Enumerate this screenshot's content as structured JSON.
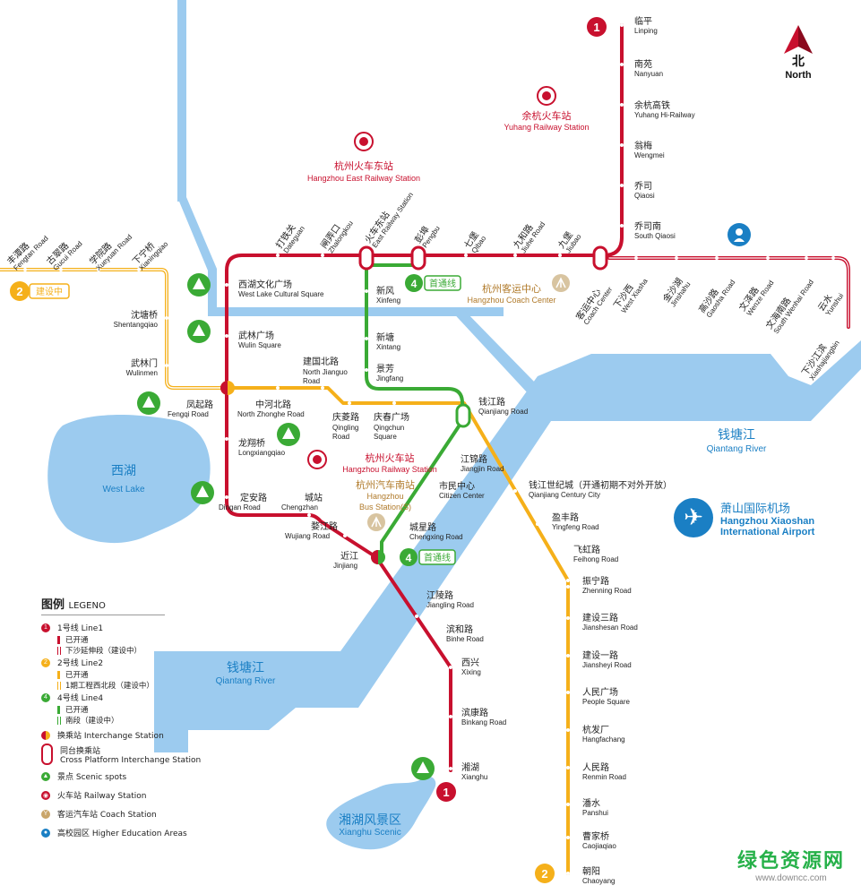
{
  "compass": {
    "cn": "北",
    "en": "North"
  },
  "water": {
    "west_lake_cn": "西湖",
    "west_lake_en": "West Lake",
    "qiantang_right_cn": "钱塘江",
    "qiantang_right_en": "Qiantang River",
    "qiantang_left_cn": "钱塘江",
    "qiantang_left_en": "Qiantang River",
    "xianghu_cn": "湘湖风景区",
    "xianghu_en": "Xianghu Scenic"
  },
  "landmarks": {
    "hz_east_cn": "杭州火车东站",
    "hz_east_en": "Hangzhou East Railway Station",
    "yuhang_cn": "余杭火车站",
    "yuhang_en": "Yuhang Railway Station",
    "hz_rail_cn": "杭州火车站",
    "hz_rail_en": "Hangzhou Railway Station",
    "coach_cn": "杭州客运中心",
    "coach_en": "Hangzhou Coach Center",
    "bus_cn": "杭州汽车南站",
    "bus_en1": "Hangzhou",
    "bus_en2": "Bus Station(S)"
  },
  "airport": {
    "cn": "萧山国际机场",
    "en1": "Hangzhou Xiaoshan",
    "en2": "International Airport"
  },
  "lines": {
    "line1_color": "#c8102e",
    "line2_color": "#f5b01a",
    "line4_color": "#3aaa35"
  },
  "badges": {
    "line1": "1",
    "line2": "2",
    "line4": "4",
    "line2_building": "建设中",
    "line4_first": "首通线"
  },
  "stations": {
    "linping": [
      "临平",
      "Linping"
    ],
    "nanyuan": [
      "南苑",
      "Nanyuan"
    ],
    "yuhang": [
      "余杭高铁",
      "Yuhang Hi-Railway"
    ],
    "wengmei": [
      "翁梅",
      "Wengmei"
    ],
    "qiaosi": [
      "乔司",
      "Qiaosi"
    ],
    "qiaosinan": [
      "乔司南",
      "South Qiaosi"
    ],
    "dateguan": [
      "打铁关",
      "Dateguan"
    ],
    "zhalongkou": [
      "闸弄口",
      "Zhalongkou"
    ],
    "east_rail": [
      "火车东站",
      "East Railway Station"
    ],
    "pengbu": [
      "彭埠",
      "Pengbu"
    ],
    "qibao": [
      "七堡",
      "Qibao"
    ],
    "jiuhe": [
      "九和路",
      "Jiuhe Road"
    ],
    "jiubao": [
      "九堡",
      "Jiubao"
    ],
    "coach_center": [
      "客运中心",
      "Coach Center"
    ],
    "xiasha_w": [
      "下沙西",
      "West Xiasha"
    ],
    "jinshahu": [
      "金沙湖",
      "Jinshahu"
    ],
    "gaosha": [
      "高沙路",
      "Gaosha Road"
    ],
    "wenze": [
      "文泽路",
      "Wenze Road"
    ],
    "wenhainan": [
      "文海南路",
      "South Wenhai Road"
    ],
    "yunshui": [
      "云水",
      "Yunshui"
    ],
    "xiashajiangbin": [
      "下沙江滨",
      "Xiashajiangbin"
    ],
    "xihu_wh": [
      "西湖文化广场",
      "West Lake Cultural Square"
    ],
    "wulin": [
      "武林广场",
      "Wulin Square"
    ],
    "fengqi": [
      "凤起路",
      "Fengqi Road"
    ],
    "longxiang": [
      "龙翔桥",
      "Longxiangqiao"
    ],
    "dingan": [
      "定安路",
      "Dingan Road"
    ],
    "chengzhan": [
      "城站",
      "Chengzhan"
    ],
    "wujiang": [
      "婺江路",
      "Wujiang Road"
    ],
    "jinjiang": [
      "近江",
      "Jinjiang"
    ],
    "jiangling": [
      "江陵路",
      "Jiangling Road"
    ],
    "binhe": [
      "滨和路",
      "Binhe Road"
    ],
    "xixing": [
      "西兴",
      "Xixing"
    ],
    "binkang": [
      "滨康路",
      "Binkang Road"
    ],
    "xianghu": [
      "湘湖",
      "Xianghu"
    ],
    "fengtan": [
      "丰潭路",
      "Fengtan Road"
    ],
    "gucui": [
      "古翠路",
      "Gucui Road"
    ],
    "xueyuan": [
      "学院路",
      "Xueyuan Road"
    ],
    "xianingqiao": [
      "下宁桥",
      "Xianingqiao"
    ],
    "shentangqiao": [
      "沈塘桥",
      "Shentangqiao"
    ],
    "wulinmen": [
      "武林门",
      "Wulinmen"
    ],
    "zhonghebei": [
      "中河北路",
      "North Zhonghe Road"
    ],
    "jianguobei": [
      "建国北路",
      "North Jianguo",
      "Road"
    ],
    "qingling": [
      "庆菱路",
      "Qingling",
      "Road"
    ],
    "qingchun": [
      "庆春广场",
      "Qingchun",
      "Square"
    ],
    "qianjiang": [
      "钱江路",
      "Qianjiang Road"
    ],
    "jiangjin": [
      "江锦路",
      "Jiangjin Road"
    ],
    "citizen": [
      "市民中心",
      "Citizen Center"
    ],
    "chengxing": [
      "城星路",
      "Chengxing Road"
    ],
    "century": [
      "钱江世纪城（开通初期不对外开放）",
      "Qianjiang Century City"
    ],
    "yingfeng": [
      "盈丰路",
      "Yingfeng Road"
    ],
    "feihong": [
      "飞虹路",
      "Feihong Road"
    ],
    "zhenning": [
      "振宁路",
      "Zhenning Road"
    ],
    "jianshe3": [
      "建设三路",
      "Jianshesan Road"
    ],
    "jianshe1": [
      "建设一路",
      "Jiansheyi Road"
    ],
    "renmin_sq": [
      "人民广场",
      "People Square"
    ],
    "hangfa": [
      "杭发厂",
      "Hangfachang"
    ],
    "renmin_rd": [
      "人民路",
      "Renmin Road"
    ],
    "panshui": [
      "潘水",
      "Panshui"
    ],
    "caojia": [
      "曹家桥",
      "Caojiaqiao"
    ],
    "chaoyang": [
      "朝阳",
      "Chaoyang"
    ],
    "xinfeng": [
      "新风",
      "Xinfeng"
    ],
    "xintang": [
      "新塘",
      "Xintang"
    ],
    "jingfang": [
      "景芳",
      "Jingfang"
    ]
  },
  "legend": {
    "title_cn": "图例",
    "title_en": "LEGENO",
    "line1": "1号线 Line1",
    "line1_open": "已开通",
    "line1_ext": "下沙延伸段（建设中）",
    "line2": "2号线 Line2",
    "line2_open": "已开通",
    "line2_ext": "1期工程西北段（建设中）",
    "line4": "4号线 Line4",
    "line4_open": "已开通",
    "line4_ext": "南段（建设中）",
    "interchange": "换乘站 Interchange Station",
    "cross_cn": "同台换乘站",
    "cross_en": "Cross Platform Interchange Station",
    "scenic": "景点 Scenic spots",
    "railway": "火车站 Railway Station",
    "coach": "客运汽车站 Coach Station",
    "education": "高校园区 Higher Education Areas"
  },
  "watermark": {
    "cn": "绿色资源网",
    "en": "www.downcc.com"
  }
}
